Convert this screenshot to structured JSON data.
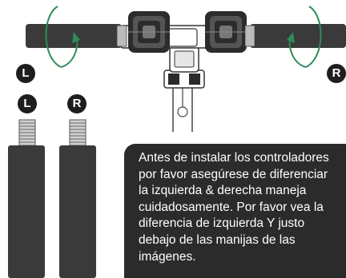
{
  "labels": {
    "left": "L",
    "right": "R",
    "grip_left": "L",
    "grip_right": "R"
  },
  "callout": {
    "text": "Antes de instalar los controladores\npor favor asegúrese de diferenciar\nla izquierda & derecha maneja\ncuidadosamente. Por favor vea la\ndiferencia de izquierda Y justo\ndebajo de las manijas de las\nimágenes."
  },
  "colors": {
    "grip": "#3a3a3a",
    "arrow": "#2e8b57",
    "badge": "#1e1e1e",
    "callout_bg": "#2b2b2b",
    "callout_text": "#ffffff"
  },
  "icons": {
    "rotate_left": "rotate-arrow-icon",
    "rotate_right": "rotate-arrow-icon"
  }
}
